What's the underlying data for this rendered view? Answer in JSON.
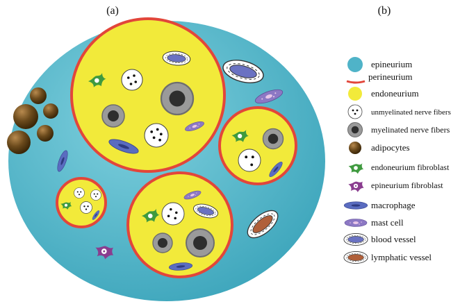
{
  "panels": {
    "a": "(a)",
    "b": "(b)"
  },
  "legend": [
    {
      "icon": "epineurium-icon",
      "label": "epineurium"
    },
    {
      "icon": "perineurium-icon",
      "label": "perineurium"
    },
    {
      "icon": "endoneurium-icon",
      "label": "endoneurium"
    },
    {
      "icon": "unmyelinated-fiber-icon",
      "label": "unmyelinated nerve fibers"
    },
    {
      "icon": "myelinated-fiber-icon",
      "label": "myelinated nerve fibers"
    },
    {
      "icon": "adipocyte-icon",
      "label": "adipocytes"
    },
    {
      "icon": "endoneurium-fibroblast-icon",
      "label": "endoneurium fibroblast"
    },
    {
      "icon": "epineurium-fibroblast-icon",
      "label": "epineurium fibroblast"
    },
    {
      "icon": "macrophage-icon",
      "label": "macrophage"
    },
    {
      "icon": "mast-cell-icon",
      "label": "mast cell"
    },
    {
      "icon": "blood-vessel-icon",
      "label": "blood vessel"
    },
    {
      "icon": "lymphatic-vessel-icon",
      "label": "lymphatic vessel"
    }
  ],
  "colors": {
    "epineurium": "#4fb3c8",
    "perineurium": "#e2463a",
    "endoneurium": "#f2ea3a",
    "myelin": "#9a9a9a",
    "axon": "#2e2e2e",
    "adipocyte": "#6b4a1c",
    "endo_fibroblast": "#3f9a3f",
    "epi_fibroblast": "#8a3d8f",
    "macrophage": "#5a6cc0",
    "mast_cell": "#8c78c4",
    "lymph": "#b0603a"
  }
}
